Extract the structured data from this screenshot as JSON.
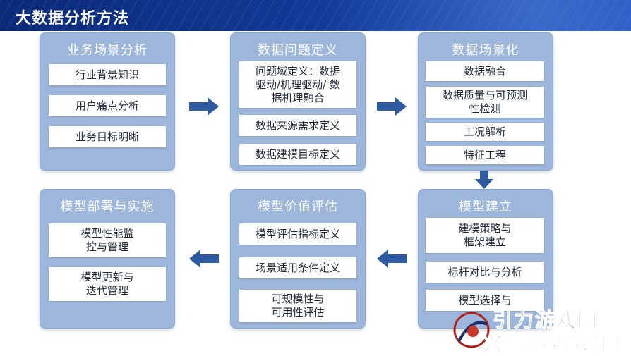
{
  "header": {
    "title": "大数据分析方法"
  },
  "stages": [
    {
      "title": "业务场景分析",
      "steps": [
        "行业背景知识",
        "用户痛点分析",
        "业务目标明晰"
      ]
    },
    {
      "title": "数据问题定义",
      "steps": [
        "问题域定义：数据\n驱动/机理驱动/ 数\n据机理融合",
        "数据来源需求定义",
        "数据建模目标定义"
      ]
    },
    {
      "title": "数据场景化",
      "steps": [
        "数据融合",
        "数据质量与可预测\n性检测",
        "工况解析",
        "特征工程"
      ]
    },
    {
      "title": "模型建立",
      "steps": [
        "建模策略与\n框架建立",
        "标杆对比与分析",
        "模型选择与"
      ]
    },
    {
      "title": "模型价值评估",
      "steps": [
        "模型评估指标定义",
        "场景适用条件定义",
        "可规模性与\n可用性评估"
      ]
    },
    {
      "title": "模型部署与实施",
      "steps": [
        "模型性能监\n控与管理",
        "模型更新与\n迭代管理"
      ]
    }
  ],
  "watermark": {
    "line1": "引力游戏网",
    "line2": "兴顺影视资讯网"
  },
  "colors": {
    "header": "#123c9a",
    "stage": "#9db7dc",
    "arrow": "#2d5aa0"
  }
}
